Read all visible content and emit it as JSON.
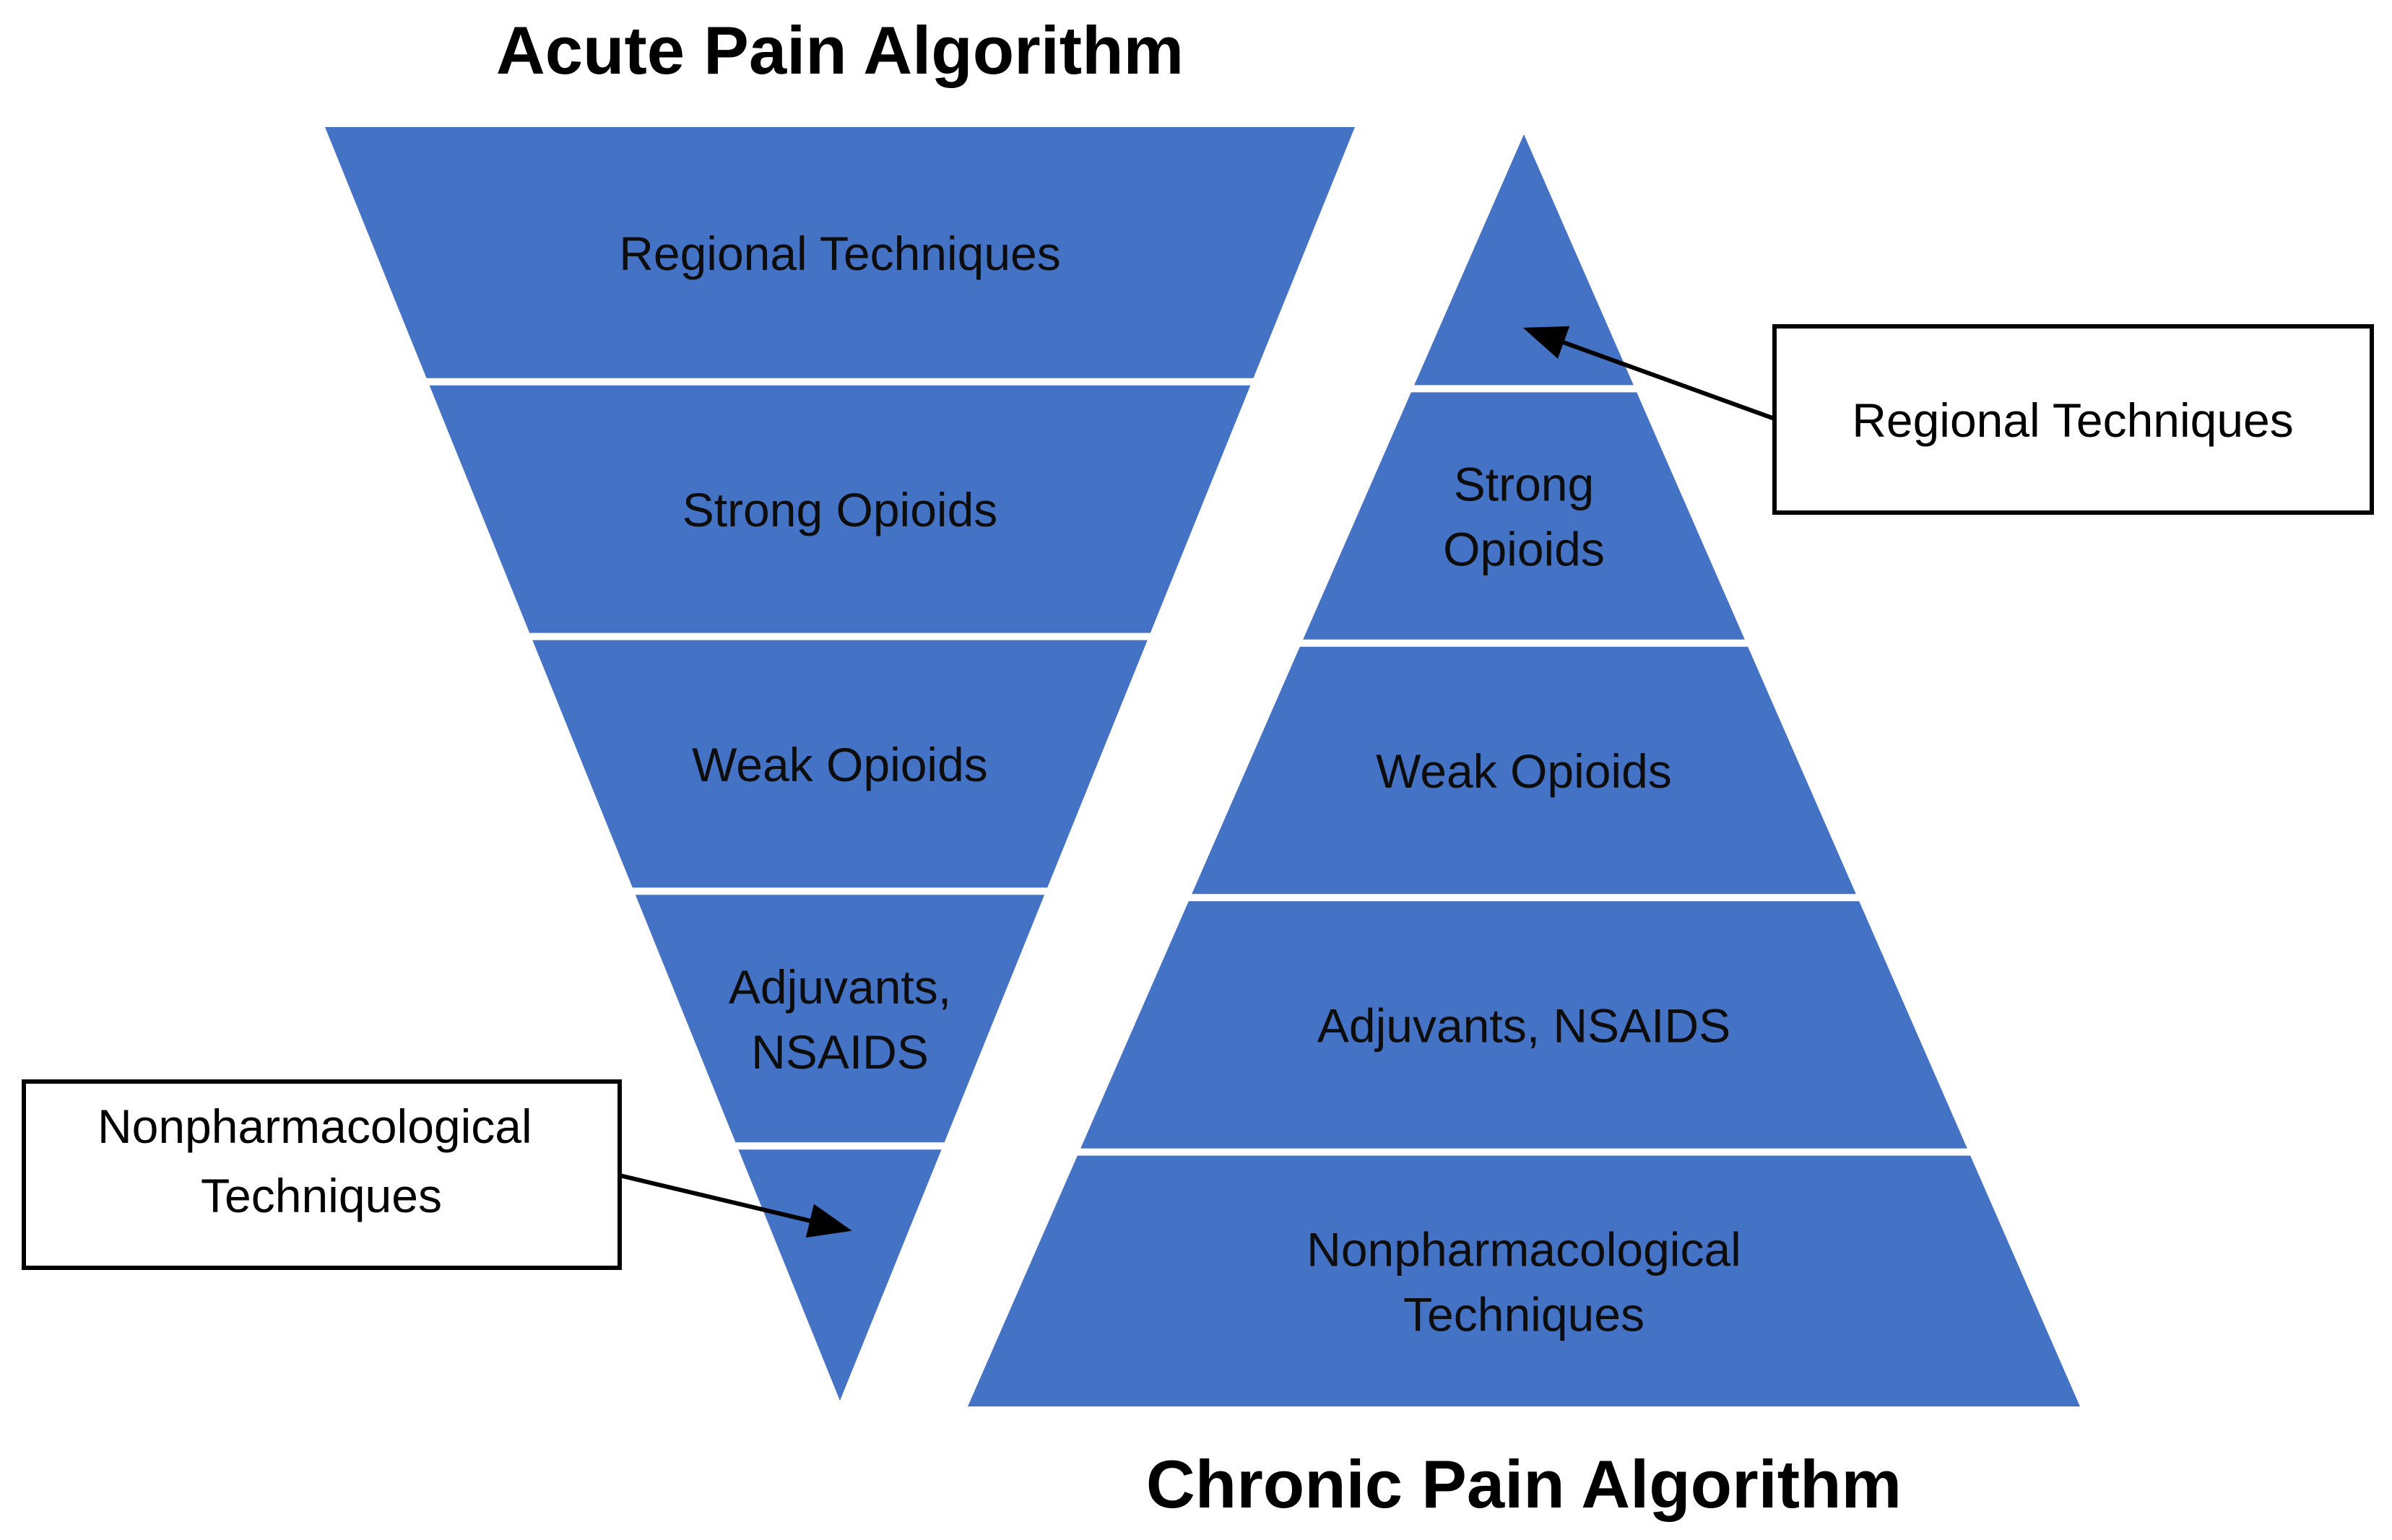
{
  "colors": {
    "tier_fill": "#4472c4",
    "separator": "#ffffff",
    "callout_border": "#000000",
    "arrow": "#000000",
    "text": "#0d0d0d"
  },
  "acute": {
    "title": "Acute Pain Algorithm",
    "tiers": [
      {
        "lines": [
          "Regional Techniques"
        ]
      },
      {
        "lines": [
          "Strong Opioids"
        ]
      },
      {
        "lines": [
          "Weak Opioids"
        ]
      },
      {
        "lines": [
          "Adjuvants,",
          "NSAIDS"
        ]
      },
      {
        "lines": []
      }
    ],
    "callout": {
      "lines": [
        "Nonpharmacological",
        "Techniques"
      ],
      "points_to_tier": 4
    }
  },
  "chronic": {
    "title": "Chronic Pain Algorithm",
    "tiers": [
      {
        "lines": []
      },
      {
        "lines": [
          "Strong",
          "Opioids"
        ]
      },
      {
        "lines": [
          "Weak Opioids"
        ]
      },
      {
        "lines": [
          "Adjuvants, NSAIDS"
        ]
      },
      {
        "lines": [
          "Nonpharmacological",
          "Techniques"
        ]
      }
    ],
    "callout": {
      "lines": [
        "Regional Techniques"
      ],
      "points_to_tier": 0
    }
  }
}
